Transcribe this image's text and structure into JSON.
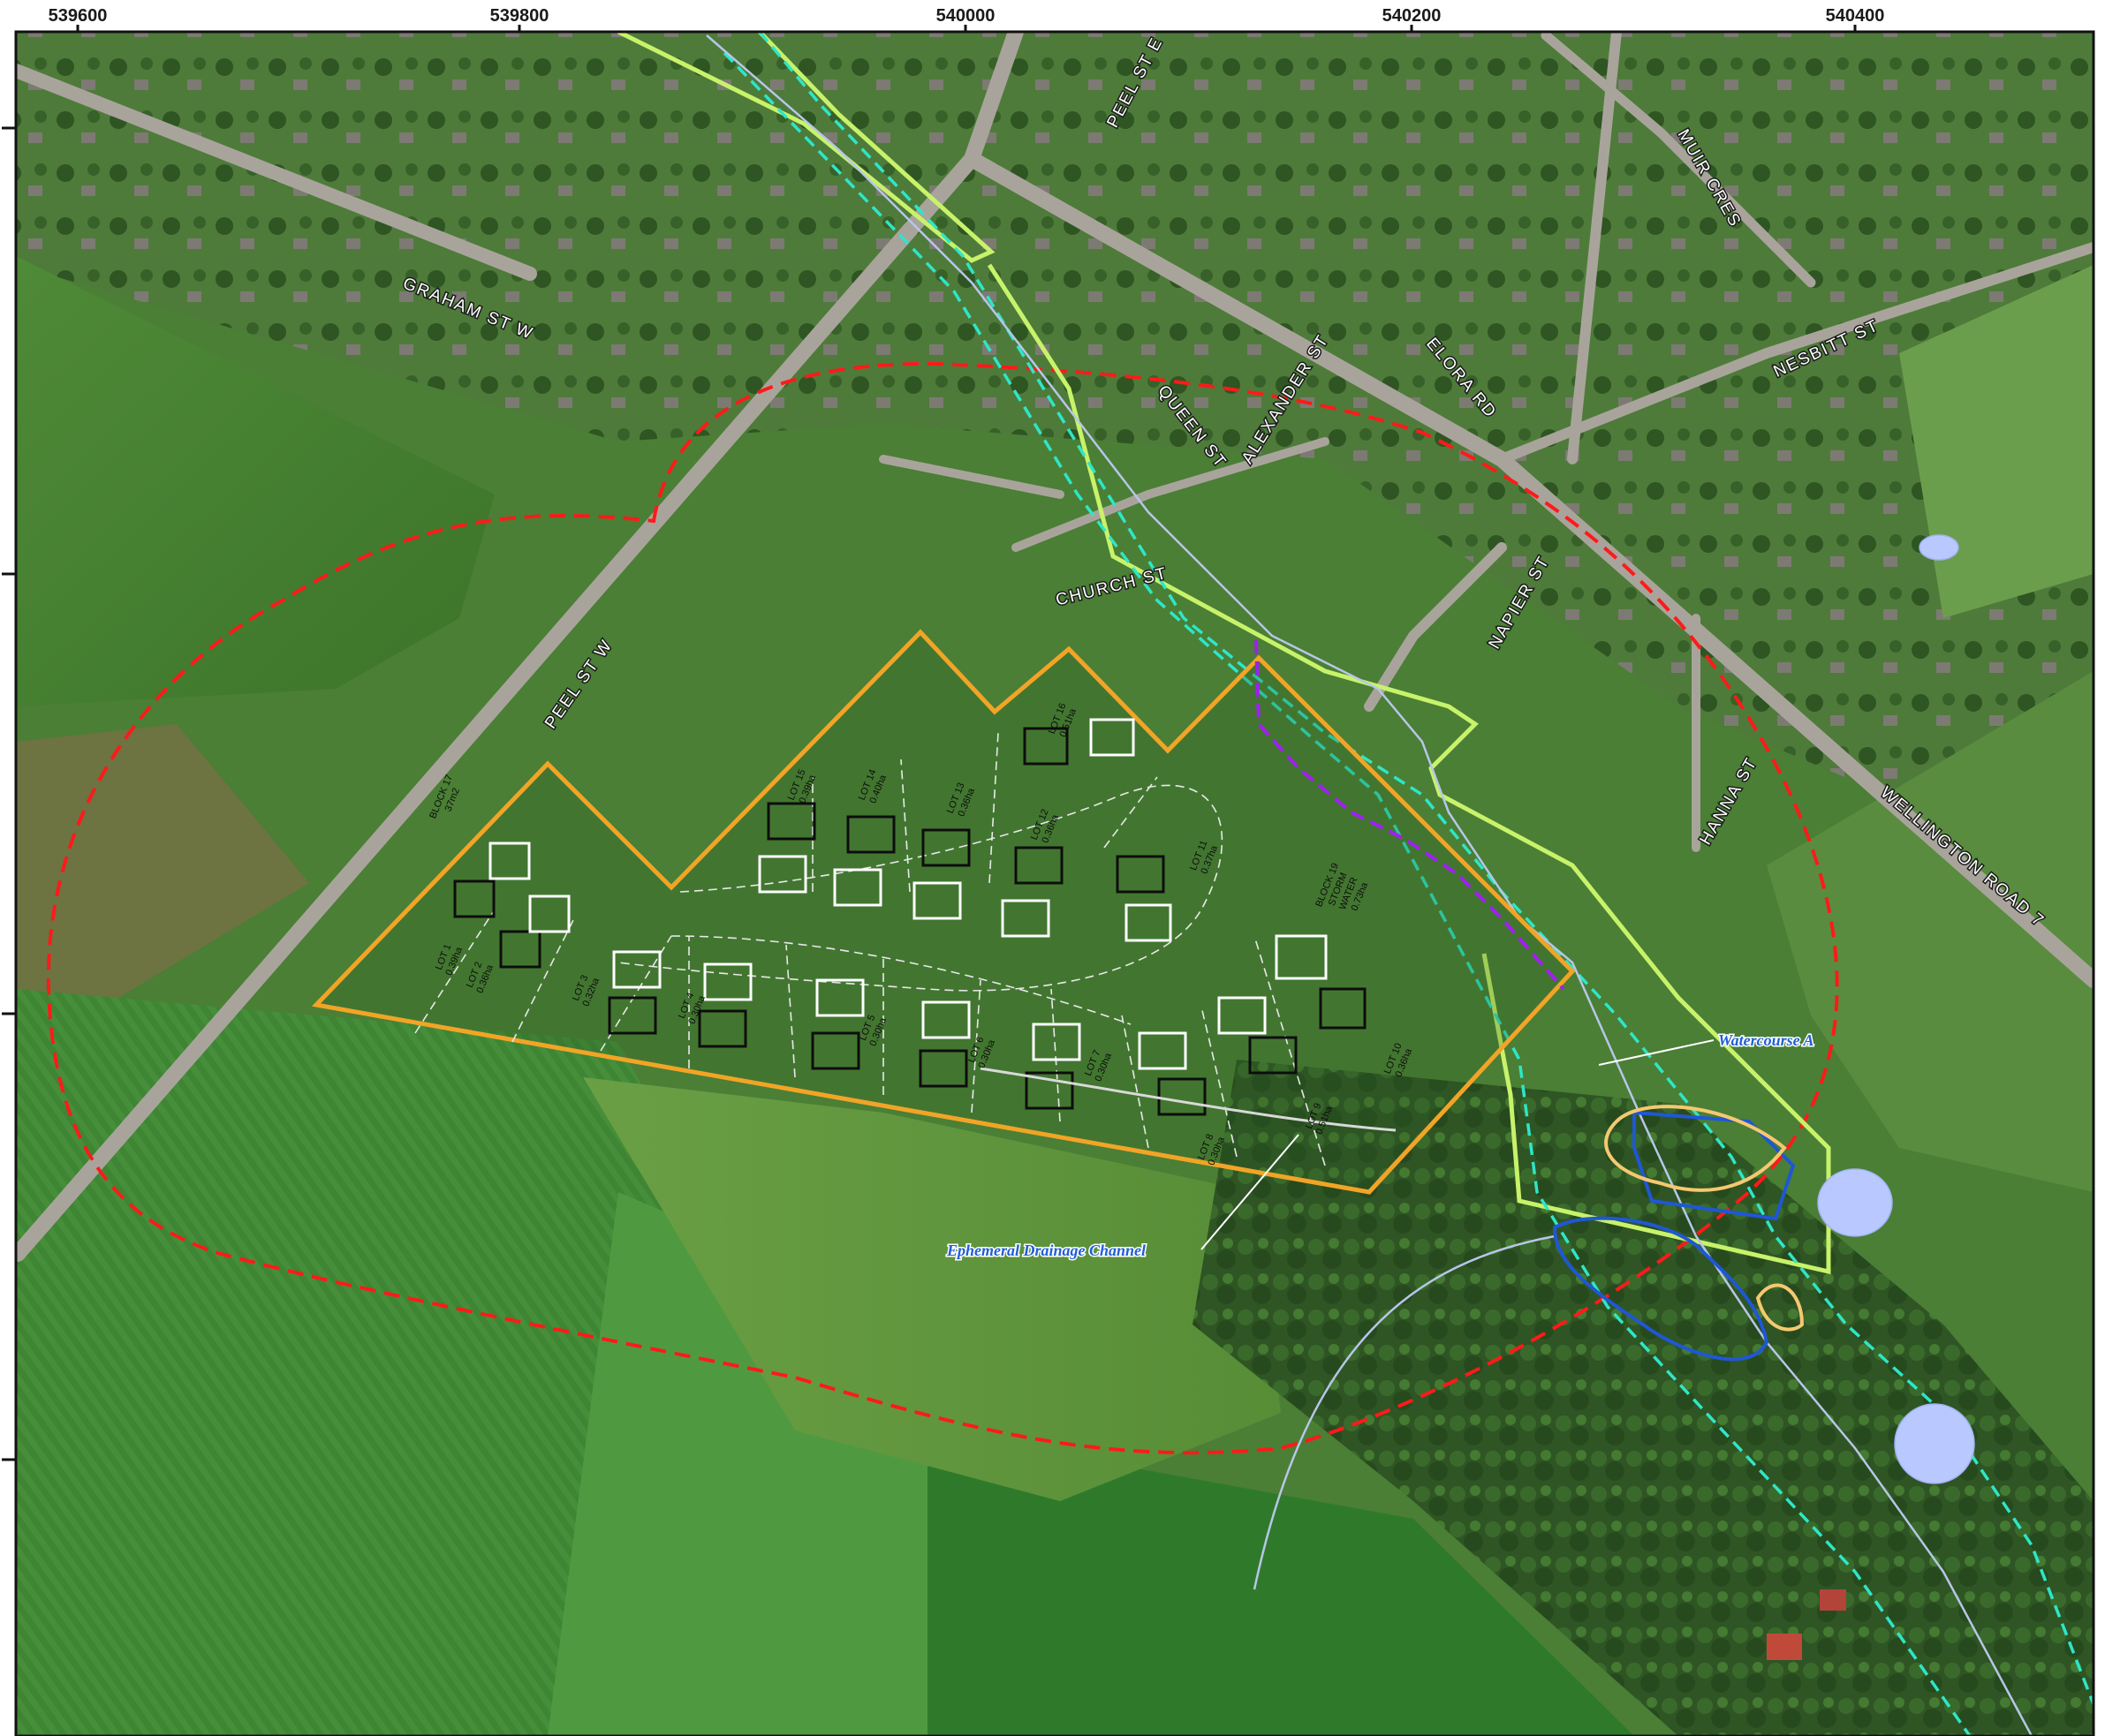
{
  "map": {
    "easting_ticks": [
      "539600",
      "539800",
      "540000",
      "540200",
      "540400"
    ],
    "streets": {
      "graham": "GRAHAM ST W",
      "peel_e": "PEEL ST E",
      "peel_w": "PEEL ST W",
      "queen": "QUEEN ST",
      "alexander": "ALEXANDER ST",
      "elora": "ELORA RD",
      "muir": "MUIR CRES",
      "nesbitt": "NESBITT ST",
      "church": "CHURCH ST",
      "napier": "NAPIER ST",
      "hanna": "HANNA ST",
      "wellington": "WELLINGTON ROAD 7"
    },
    "features": {
      "watercourse": "Watercourse A",
      "drainage": "Ephemeral Drainage Channel"
    },
    "lots": [
      {
        "name": "LOT 1",
        "area": "0.39ha"
      },
      {
        "name": "LOT 2",
        "area": "0.36ha"
      },
      {
        "name": "LOT 3",
        "area": "0.32ha"
      },
      {
        "name": "LOT 4",
        "area": "0.30ha"
      },
      {
        "name": "LOT 5",
        "area": "0.30ha"
      },
      {
        "name": "LOT 6",
        "area": "0.30ha"
      },
      {
        "name": "LOT 7",
        "area": "0.30ha"
      },
      {
        "name": "LOT 8",
        "area": "0.30ha"
      },
      {
        "name": "LOT 9",
        "area": "0.51ha"
      },
      {
        "name": "LOT 10",
        "area": "0.36ha"
      },
      {
        "name": "LOT 11",
        "area": "0.37ha"
      },
      {
        "name": "LOT 12",
        "area": "0.36ha"
      },
      {
        "name": "LOT 13",
        "area": "0.36ha"
      },
      {
        "name": "LOT 14",
        "area": "0.40ha"
      },
      {
        "name": "LOT 15",
        "area": "0.39ha"
      },
      {
        "name": "LOT 16",
        "area": "0.51ha"
      }
    ],
    "blocks": {
      "b19": [
        "BLOCK 19",
        "STORM",
        "WATER",
        "0.73ha"
      ],
      "b17": [
        "BLOCK 17",
        "37m2"
      ]
    },
    "colors": {
      "study_area": "#ff1a1a",
      "site_boundary": "#f2a427",
      "regulation_limit": "#c8f26a",
      "floodline": "#2ee6c8",
      "wetland": "#1f57d6",
      "wetland_alt": "#f5c870",
      "drainage_line": "#b7c6e8",
      "hedgerow": "#a020f0",
      "pond": "#b9c8ff"
    }
  }
}
